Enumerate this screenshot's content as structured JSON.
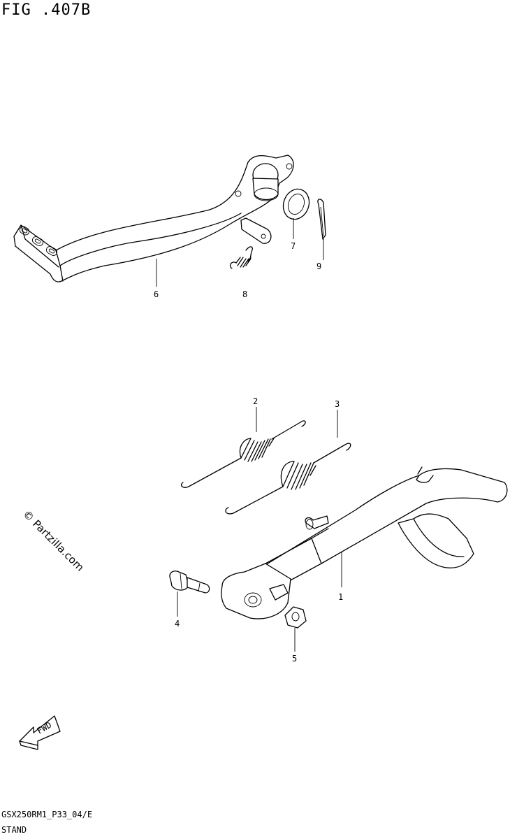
{
  "figure": {
    "title": "FIG .407B",
    "code": "GSX250RM1_P33_04/E",
    "subtitle": "STAND",
    "watermark": "© Partzilla.com",
    "fwd_label": "FWD"
  },
  "callouts": {
    "c1": "1",
    "c2": "2",
    "c3": "3",
    "c4": "4",
    "c5": "5",
    "c6": "6",
    "c7": "7",
    "c8": "8",
    "c9": "9"
  }
}
